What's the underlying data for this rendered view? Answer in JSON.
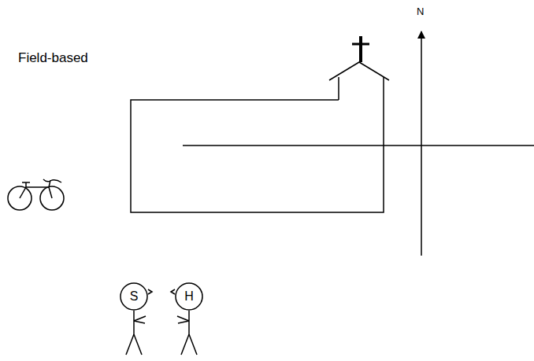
{
  "diagram": {
    "nodes": [
      {
        "text": [
          "S"
        ]
      },
      {
        "text": [
          "H"
        ]
      }
    ],
    "labels": [
      "Field-based",
      "N"
    ]
  }
}
